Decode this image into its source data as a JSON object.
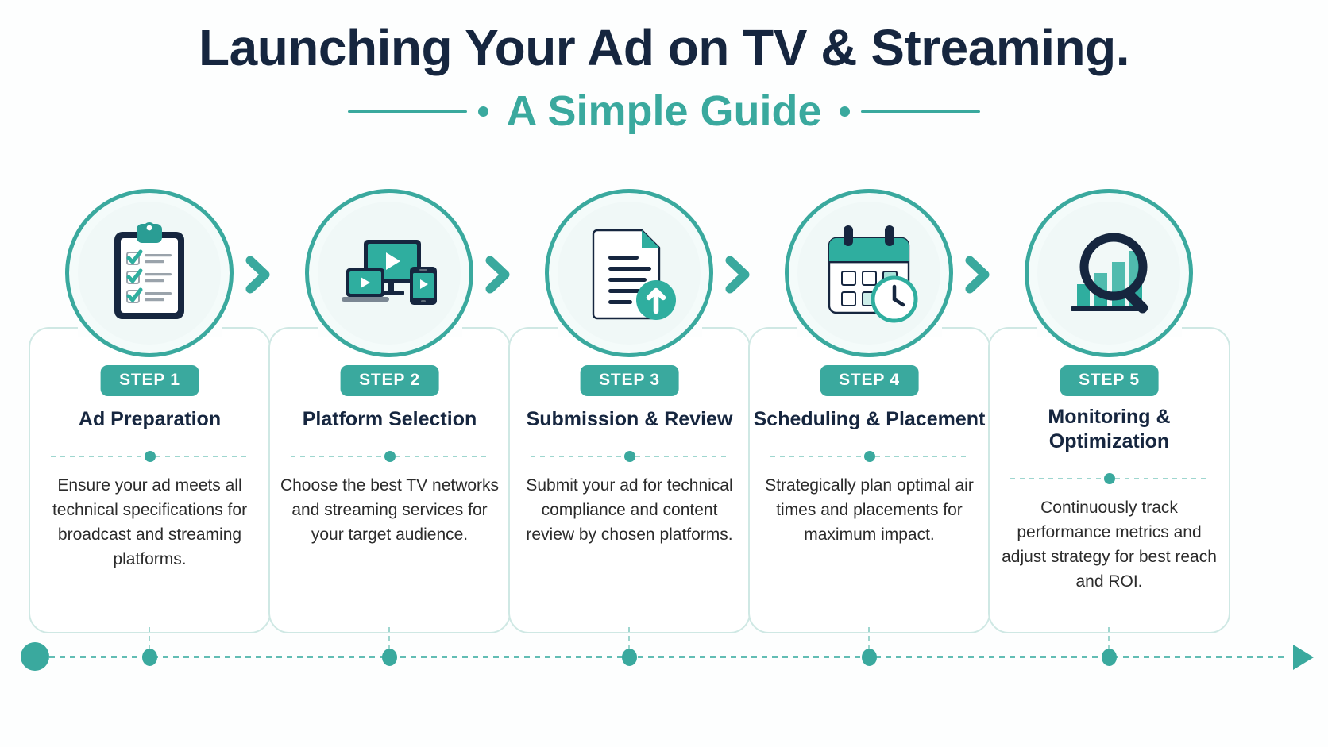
{
  "header": {
    "title": "Launching Your Ad on TV & Streaming.",
    "subtitle": "A Simple Guide"
  },
  "colors": {
    "teal": "#3aa99e",
    "teal_light": "#cfe8e4",
    "navy": "#16263f",
    "body_text": "#2b2b2b",
    "background": "#ffffff"
  },
  "steps": [
    {
      "badge": "STEP 1",
      "title": "Ad Preparation",
      "description": "Ensure your ad meets all technical specifications for broadcast and streaming platforms.",
      "icon": "clipboard-checklist-icon"
    },
    {
      "badge": "STEP 2",
      "title": "Platform Selection",
      "description": "Choose the best TV networks and streaming services for your target audience.",
      "icon": "multi-device-play-icon"
    },
    {
      "badge": "STEP 3",
      "title": "Submission & Review",
      "description": "Submit your ad for technical compliance and content review by chosen platforms.",
      "icon": "document-upload-icon"
    },
    {
      "badge": "STEP 4",
      "title": "Scheduling & Placement",
      "description": "Strategically plan optimal air times and placements for maximum impact.",
      "icon": "calendar-clock-icon"
    },
    {
      "badge": "STEP 5",
      "title": "Monitoring & Optimization",
      "description": "Continuously track performance metrics and adjust strategy for best reach and ROI.",
      "icon": "magnifier-bar-chart-icon"
    }
  ],
  "connectors": {
    "chevron_icon": "chevron-right-icon",
    "timeline_arrow_icon": "arrow-right-icon"
  }
}
